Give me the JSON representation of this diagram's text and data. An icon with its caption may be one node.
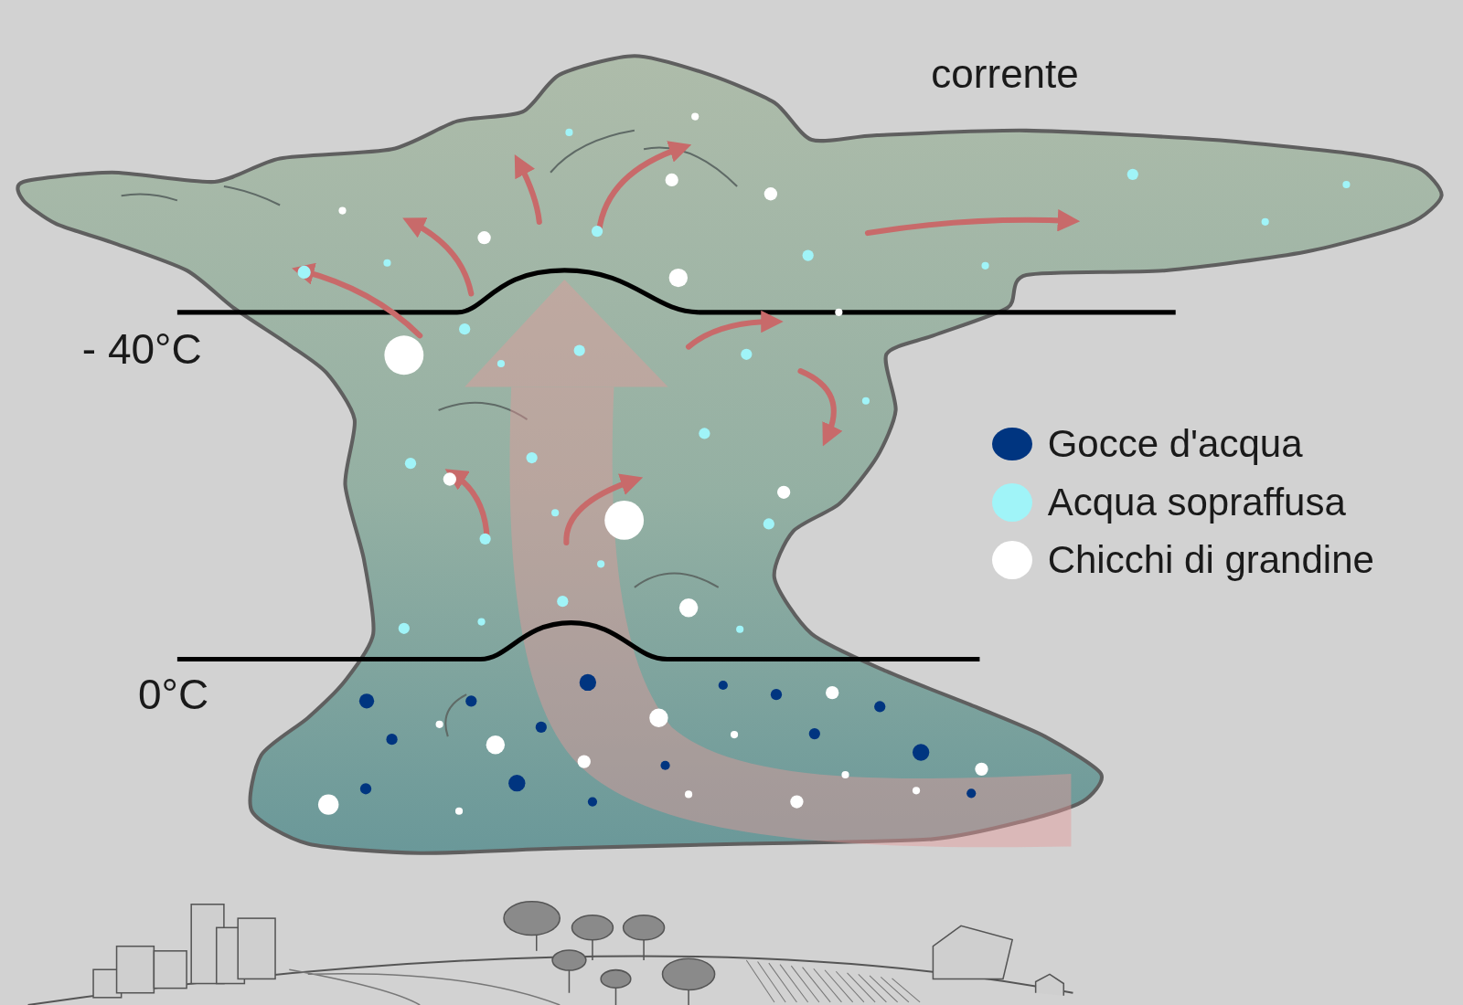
{
  "diagram": {
    "labels": [
      "corrente",
      "- 40°C",
      "0°C"
    ],
    "legend": [
      {
        "text": "Gocce d'acqua",
        "color": "#003580"
      },
      {
        "text": "Acqua sopraffusa",
        "color": "#a0f4f8"
      },
      {
        "text": "Chicchi di grandine",
        "color": "#ffffff"
      }
    ]
  }
}
